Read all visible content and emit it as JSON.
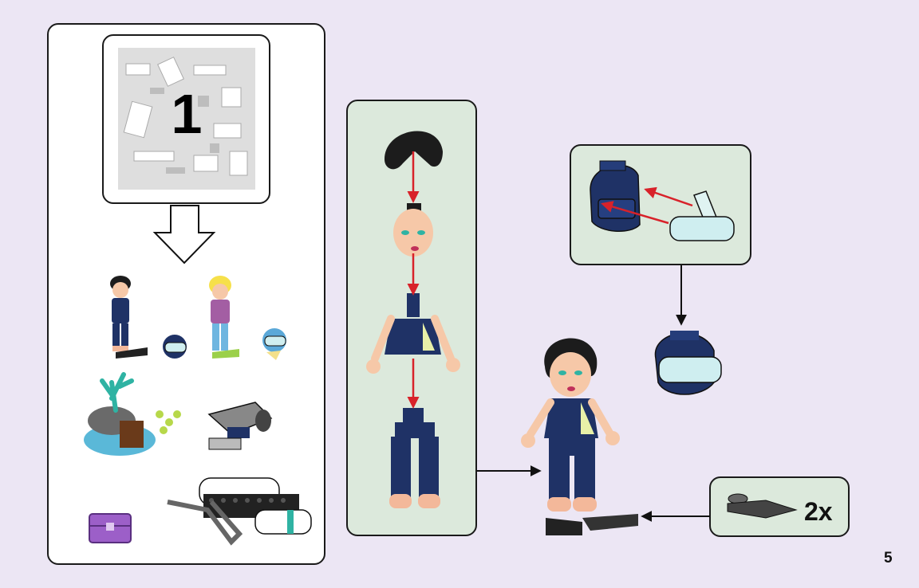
{
  "step": {
    "bag_number": "1",
    "fins_quantity": "2x",
    "page_number": "5"
  },
  "colors": {
    "background": "#ece6f4",
    "callout_fill": "#dce9dc",
    "arrow_red": "#d8222a",
    "wetsuit_navy": "#1f3266",
    "skin": "#f6c8a8",
    "hair": "#1c1c1c"
  },
  "icons": [
    "parts-bag-icon",
    "down-arrow-icon",
    "minifigure-icon",
    "dive-helmet-icon",
    "coral-reef-build-icon",
    "underwater-scooter-icon",
    "treasure-chest-icon",
    "air-tanks-icon",
    "swim-fin-icon",
    "snorkel-mask-icon"
  ]
}
